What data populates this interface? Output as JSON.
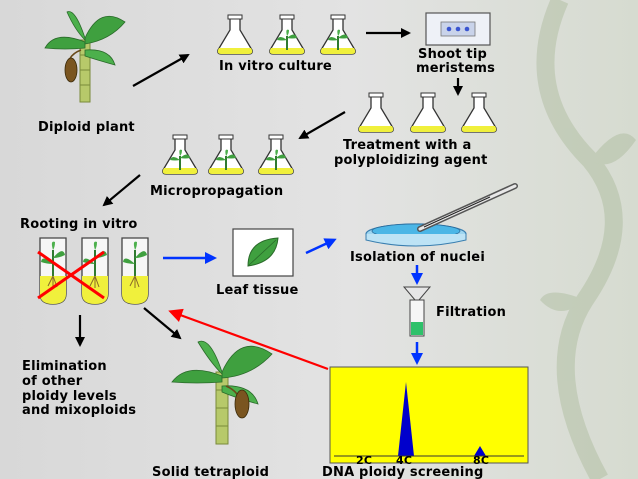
{
  "labels": {
    "diploid_plant": "Diploid plant",
    "in_vitro_culture": "In vitro culture",
    "shoot_tip_line1": "Shoot tip",
    "shoot_tip_line2": "meristems",
    "treatment_line1": "Treatment with a",
    "treatment_line2": "polyploidizing agent",
    "micropropagation": "Micropropagation",
    "rooting": "Rooting in vitro",
    "leaf_tissue": "Leaf tissue",
    "isolation": "Isolation of nuclei",
    "filtration": "Filtration",
    "elimination_line1": "Elimination",
    "elimination_line2": "of other",
    "elimination_line3": "ploidy levels",
    "elimination_line4": "and mixoploids",
    "solid_tetraploid": "Solid tetraploid",
    "dna_screening": "DNA ploidy screening"
  },
  "histogram": {
    "ticks": [
      "2C",
      "4C",
      "8C"
    ],
    "background": "#ffff00",
    "peak_color": "#0000cc"
  },
  "colors": {
    "flow_arrow": "#000000",
    "process_arrow": "#0033ff",
    "return_arrow": "#ff0000",
    "medium": "#f0f03c",
    "plant_green": "#3fa03f",
    "reject_cross": "#ff0000"
  }
}
